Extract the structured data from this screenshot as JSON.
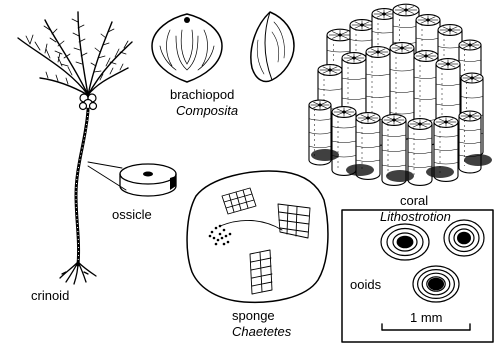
{
  "labels": {
    "crinoid": "crinoid",
    "ossicle": "ossicle",
    "brachiopod": "brachiopod",
    "brachiopod_genus": "Composita",
    "coral": "coral",
    "coral_genus": "Lithostrotion",
    "sponge": "sponge",
    "sponge_genus": "Chaetetes",
    "ooids": "ooids",
    "scale": "1 mm"
  },
  "ink_color": "#000000",
  "background_color": "#ffffff"
}
